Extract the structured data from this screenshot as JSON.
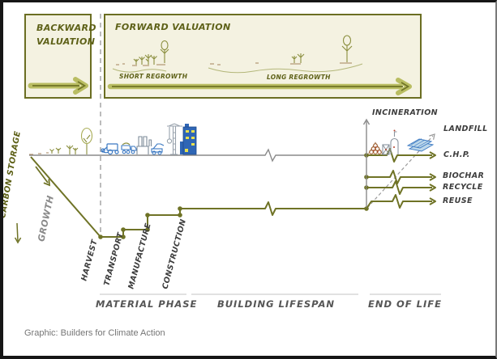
{
  "caption": "Graphic: Builders for Climate Action",
  "valuation": {
    "backward_title": "BACKWARD VALUATION",
    "forward_title": "FORWARD VALUATION",
    "short_regrowth": "SHORT REGROWTH",
    "long_regrowth": "LONG REGROWTH"
  },
  "axes": {
    "carbon_storage": "CARBON STORAGE",
    "growth": "GROWTH"
  },
  "stages": [
    "HARVEST",
    "TRANSPORT",
    "MANUFACTURE",
    "CONSTRUCTION"
  ],
  "phases": [
    {
      "label": "MATERIAL PHASE"
    },
    {
      "label": "BUILDING LIFESPAN"
    },
    {
      "label": "END OF LIFE"
    }
  ],
  "end_of_life": {
    "incineration": "INCINERATION",
    "landfill": "LANDFILL",
    "chp": "C.H.P.",
    "biochar": "BIOCHAR",
    "recycle": "RECYCLE",
    "reuse": "REUSE"
  },
  "colors": {
    "olive_dark_text": "#5e6118",
    "olive_line": "#6f7326",
    "olive_light_arrow": "#b9bd62",
    "box_fill": "#f4f2e1",
    "box_border": "#6b6e22",
    "gray_line": "#8a8a8a",
    "label_gray": "#3d3d3d",
    "caption_gray": "#757575",
    "icon_blue": "#3a78c2",
    "building_blue": "#2f66b5",
    "window_yellow": "#e8e04c",
    "wood_brown": "#9c5a2a",
    "accent_red": "#b5432f"
  },
  "icons": [
    "sprout-icon",
    "tree-icon",
    "harvester-icon",
    "dump-truck-icon",
    "factory-icon",
    "loader-truck-icon",
    "crane-icon",
    "building-icon",
    "woodpile-icon",
    "incinerator-plant-icon",
    "landfill-panels-icon"
  ]
}
